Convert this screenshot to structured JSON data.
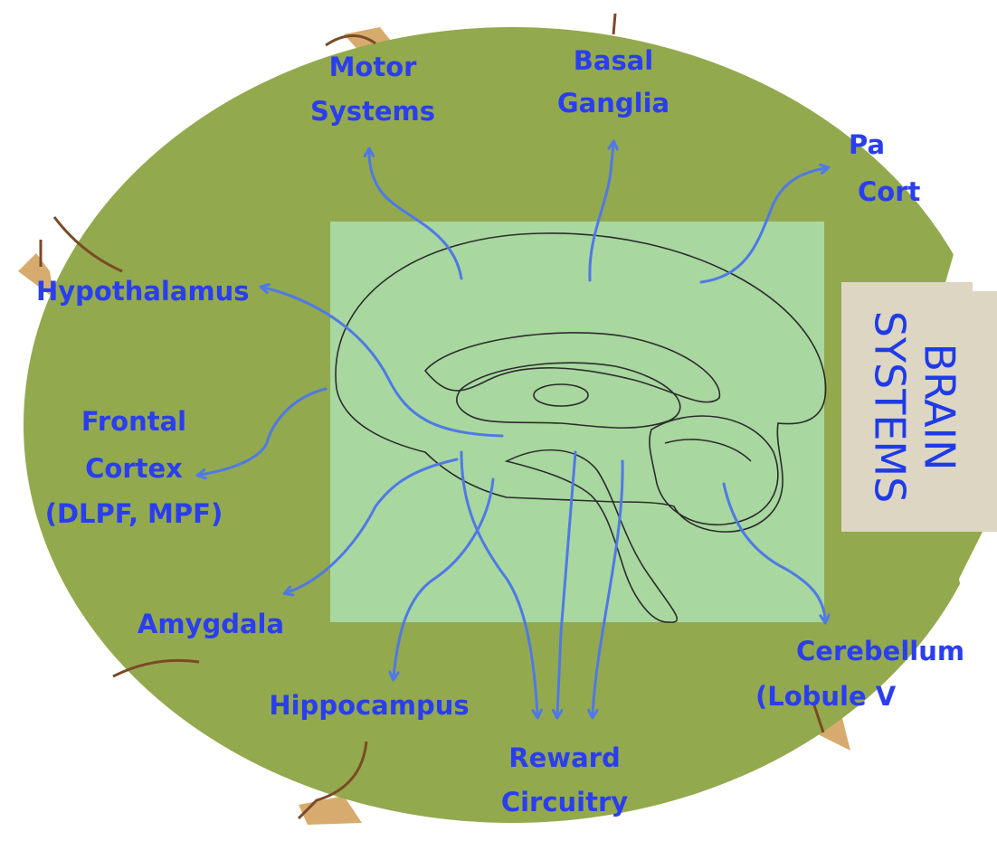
{
  "diagram": {
    "center_title": [
      "BRAIN",
      "SYSTEMS"
    ],
    "labels": {
      "motor": [
        "Motor",
        "Systems"
      ],
      "basal": [
        "Basal",
        "Ganglia"
      ],
      "parietal": [
        "Pa",
        "Cort"
      ],
      "hypothalamus": "Hypothalamus",
      "frontal": [
        "Frontal",
        "Cortex",
        "(DLPF, MPF)"
      ],
      "amygdala": "Amygdala",
      "hippocampus": "Hippocampus",
      "reward": [
        "Reward",
        "Circuitry"
      ],
      "cerebellum": [
        "Cerebellum",
        "(Lobule V"
      ]
    }
  },
  "colors": {
    "background": "#ffffff",
    "oval_fill": "#93a94e",
    "parchment": "#d7ab6e",
    "parchment_dark": "#7a4a26",
    "center_panel": "#a8d7a0",
    "arrow": "#4f79e6",
    "label": "#2a3ef0",
    "tab_fill": "#dcd6c2"
  }
}
